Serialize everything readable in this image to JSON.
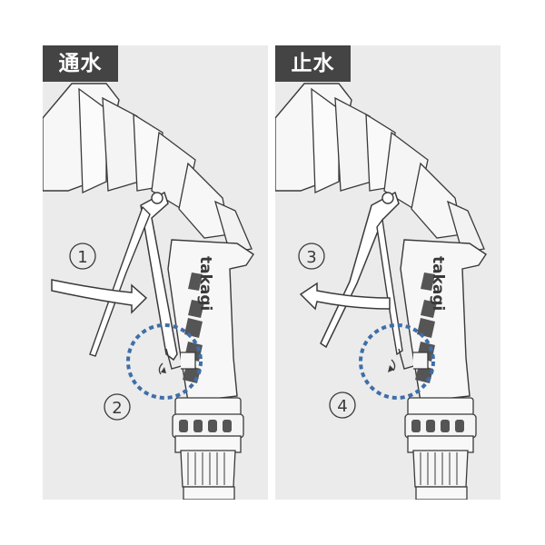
{
  "panels": [
    {
      "label": "通水",
      "steps": [
        "1",
        "2"
      ],
      "brand": "takagi"
    },
    {
      "label": "止水",
      "steps": [
        "3",
        "4"
      ],
      "brand": "takagi"
    }
  ],
  "colors": {
    "outline": "#3a3a3a",
    "body_fill": "#f7f7f7",
    "lever_fill": "#ffffff",
    "grip_dark": "#555555",
    "highlight_circle": "#3f6ea8",
    "label_bg": "#444444"
  }
}
